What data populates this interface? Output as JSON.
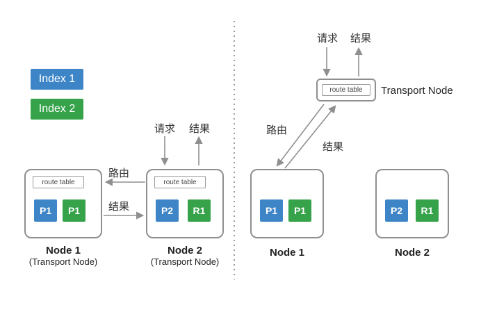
{
  "colors": {
    "blue": "#3d85c6",
    "green": "#36a24a",
    "arrow": "#8f8f8f"
  },
  "legend": {
    "index1": "Index 1",
    "index2": "Index 2"
  },
  "left": {
    "request": "请求",
    "result": "结果",
    "route": "路由",
    "route_result": "结果",
    "node1": {
      "route_table": "route table",
      "shard1": "P1",
      "shard2": "P1",
      "title": "Node 1",
      "subtitle": "(Transport Node)"
    },
    "node2": {
      "route_table": "route table",
      "shard1": "P2",
      "shard2": "R1",
      "title": "Node 2",
      "subtitle": "(Transport Node)"
    }
  },
  "right": {
    "request": "请求",
    "result": "结果",
    "route": "路由",
    "route_result": "结果",
    "transport_label": "Transport Node",
    "transport_route_table": "route table",
    "node1": {
      "shard1": "P1",
      "shard2": "P1",
      "title": "Node 1"
    },
    "node2": {
      "shard1": "P2",
      "shard2": "R1",
      "title": "Node 2"
    }
  }
}
